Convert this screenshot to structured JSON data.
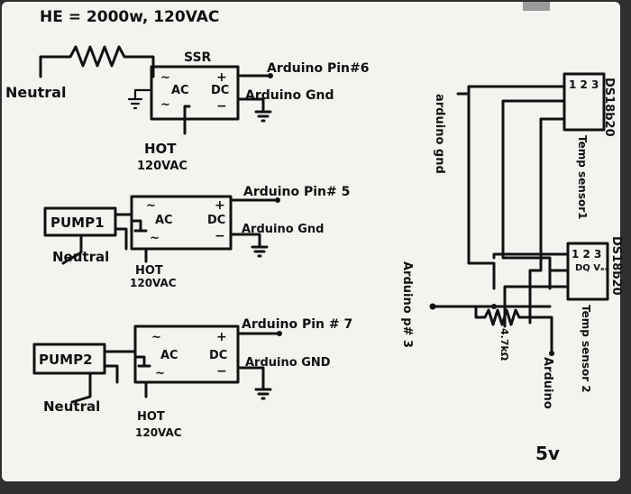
{
  "labels": {
    "heater": "HE = 2000w, 120VAC",
    "ssr_title": "SSR",
    "neutral1": "Neutral",
    "hot1": "HOT",
    "hot1_v": "120VAC",
    "pin6": "Arduino Pin#6",
    "gnd1": "Arduino Gnd",
    "pump1": "PUMP1",
    "pin5": "Arduino Pin# 5",
    "gnd2": "Arduino Gnd",
    "neutral2": "Neutral",
    "hot2": "HOT",
    "hot2_v": "120VAC",
    "pump2": "PUMP2",
    "pin7": "Arduino Pin # 7",
    "gnd3": "Arduino GND",
    "neutral3": "Neutral",
    "hot3": "HOT",
    "hot3_v": "120VAC",
    "ac": "AC",
    "dc": "DC",
    "ds1": "DS18b20",
    "ts1": "Temp sensor1",
    "ds2": "DS18b20",
    "ts2": "Temp sensor 2",
    "ard_gnd": "arduino gnd",
    "ard_p3": "Arduino p# 3",
    "res": "4.7kΩ",
    "ard5": "Arduino",
    "ard5b": "5v",
    "pins": "1 2 3",
    "dq": "DQ Vₑₑ"
  },
  "colors": {
    "board": "#f4f4f1",
    "frame": "#2f2f2f",
    "ink": "#111111"
  }
}
